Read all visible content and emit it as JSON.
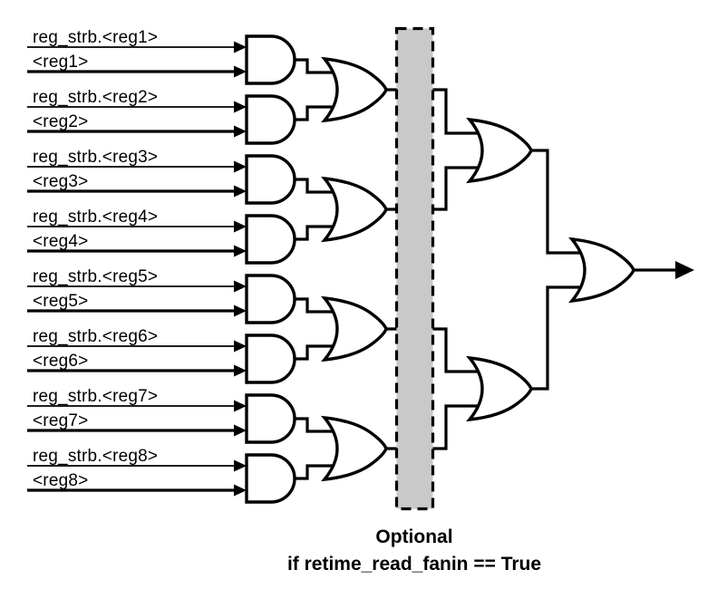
{
  "inputs": [
    {
      "strb_label": "reg_strb.<reg1>",
      "reg_label": "<reg1>"
    },
    {
      "strb_label": "reg_strb.<reg2>",
      "reg_label": "<reg2>"
    },
    {
      "strb_label": "reg_strb.<reg3>",
      "reg_label": "<reg3>"
    },
    {
      "strb_label": "reg_strb.<reg4>",
      "reg_label": "<reg4>"
    },
    {
      "strb_label": "reg_strb.<reg5>",
      "reg_label": "<reg5>"
    },
    {
      "strb_label": "reg_strb.<reg6>",
      "reg_label": "<reg6>"
    },
    {
      "strb_label": "reg_strb.<reg7>",
      "reg_label": "<reg7>"
    },
    {
      "strb_label": "reg_strb.<reg8>",
      "reg_label": "<reg8>"
    }
  ],
  "caption": {
    "line1": "Optional",
    "line2": "if retime_read_fanin == True"
  },
  "colors": {
    "line": "#000000",
    "gate_fill": "#ffffff",
    "optional_box_fill": "#c9c9c9",
    "background": "#ffffff"
  }
}
